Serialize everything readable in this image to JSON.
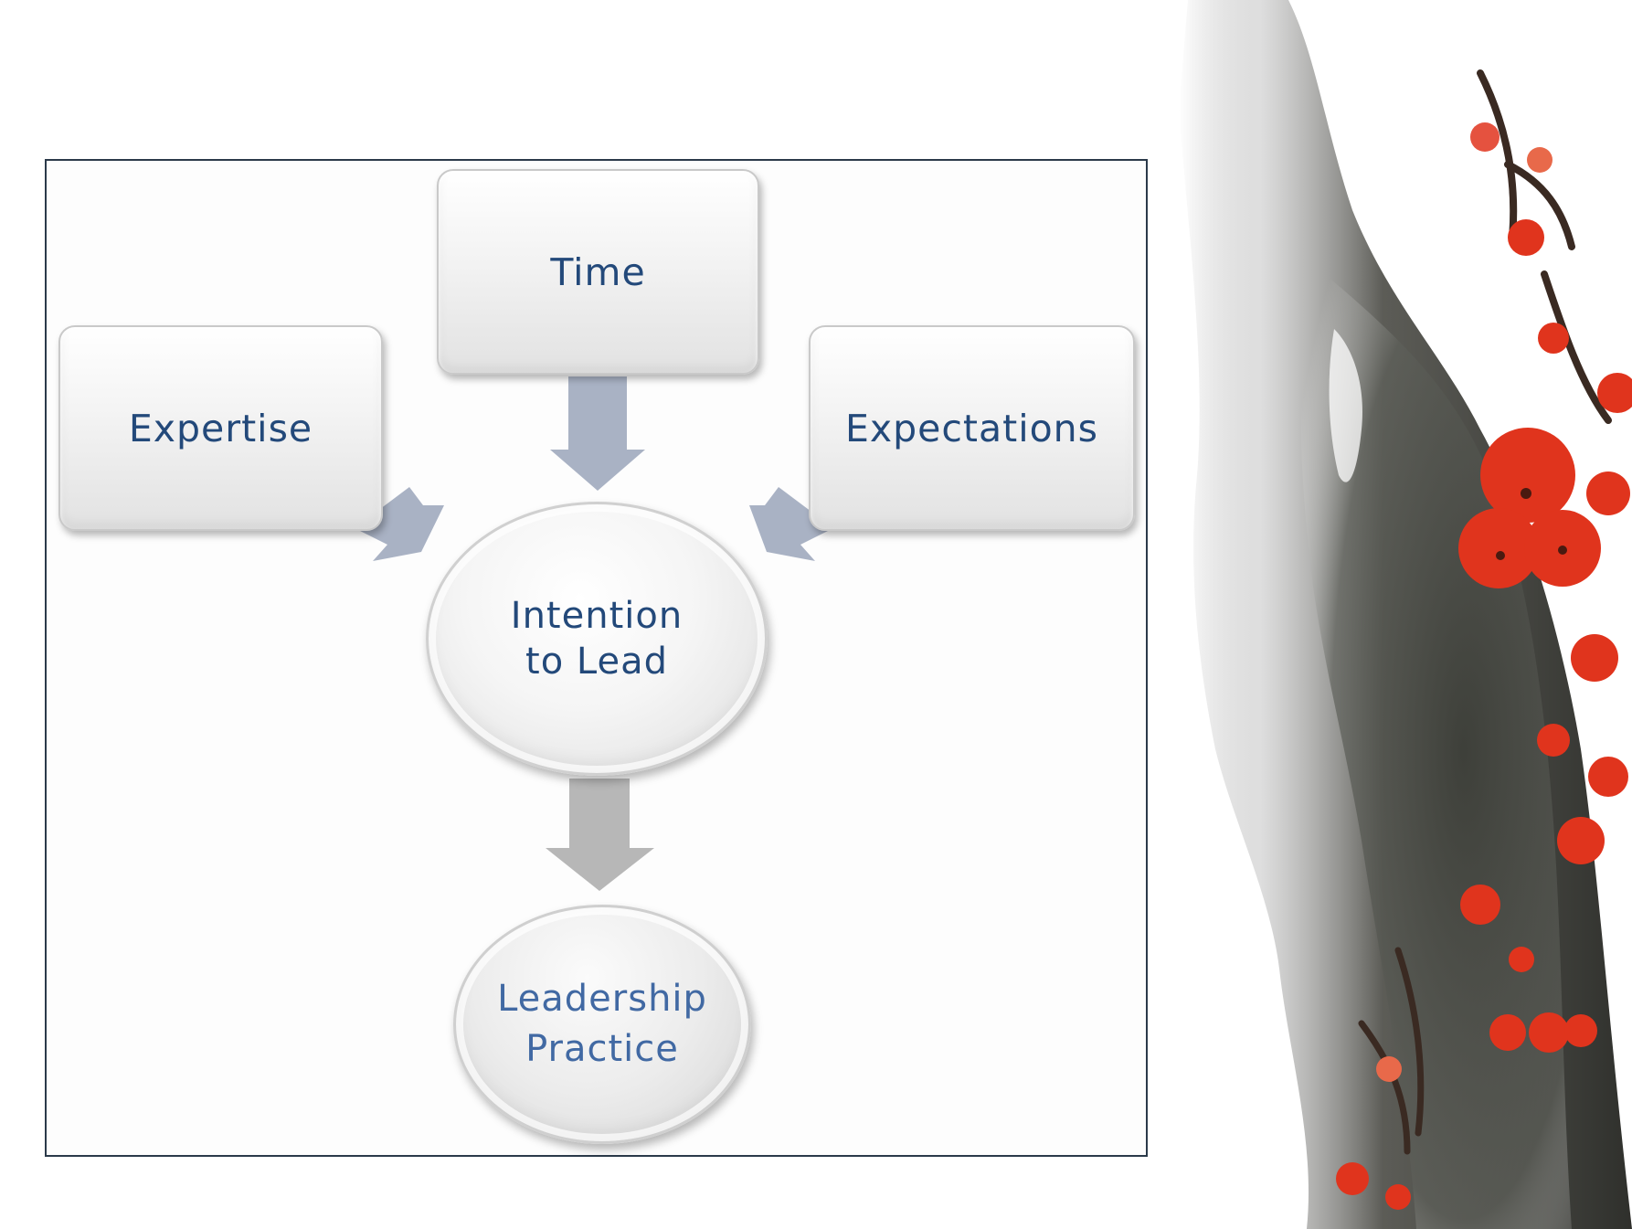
{
  "diagram": {
    "nodes": {
      "time": "Time",
      "expertise": "Expertise",
      "expectations": "Expectations",
      "intention_line1": "Intention",
      "intention_line2": "to Lead",
      "leadership_line1": "Leadership",
      "leadership_line2": "Practice"
    },
    "edges": [
      {
        "from": "Time",
        "to": "Intention to Lead"
      },
      {
        "from": "Expertise",
        "to": "Intention to Lead"
      },
      {
        "from": "Expectations",
        "to": "Intention to Lead"
      },
      {
        "from": "Intention to Lead",
        "to": "Leadership Practice"
      }
    ]
  },
  "colors": {
    "node_text": "#23497a",
    "arrow_blue": "#a9b2c4",
    "arrow_gray": "#b7b7b7",
    "frame": "#2b3a4a",
    "blossom": "#e0341d"
  },
  "decoration": {
    "artwork": "ink-painting-plum-blossom-branch"
  }
}
